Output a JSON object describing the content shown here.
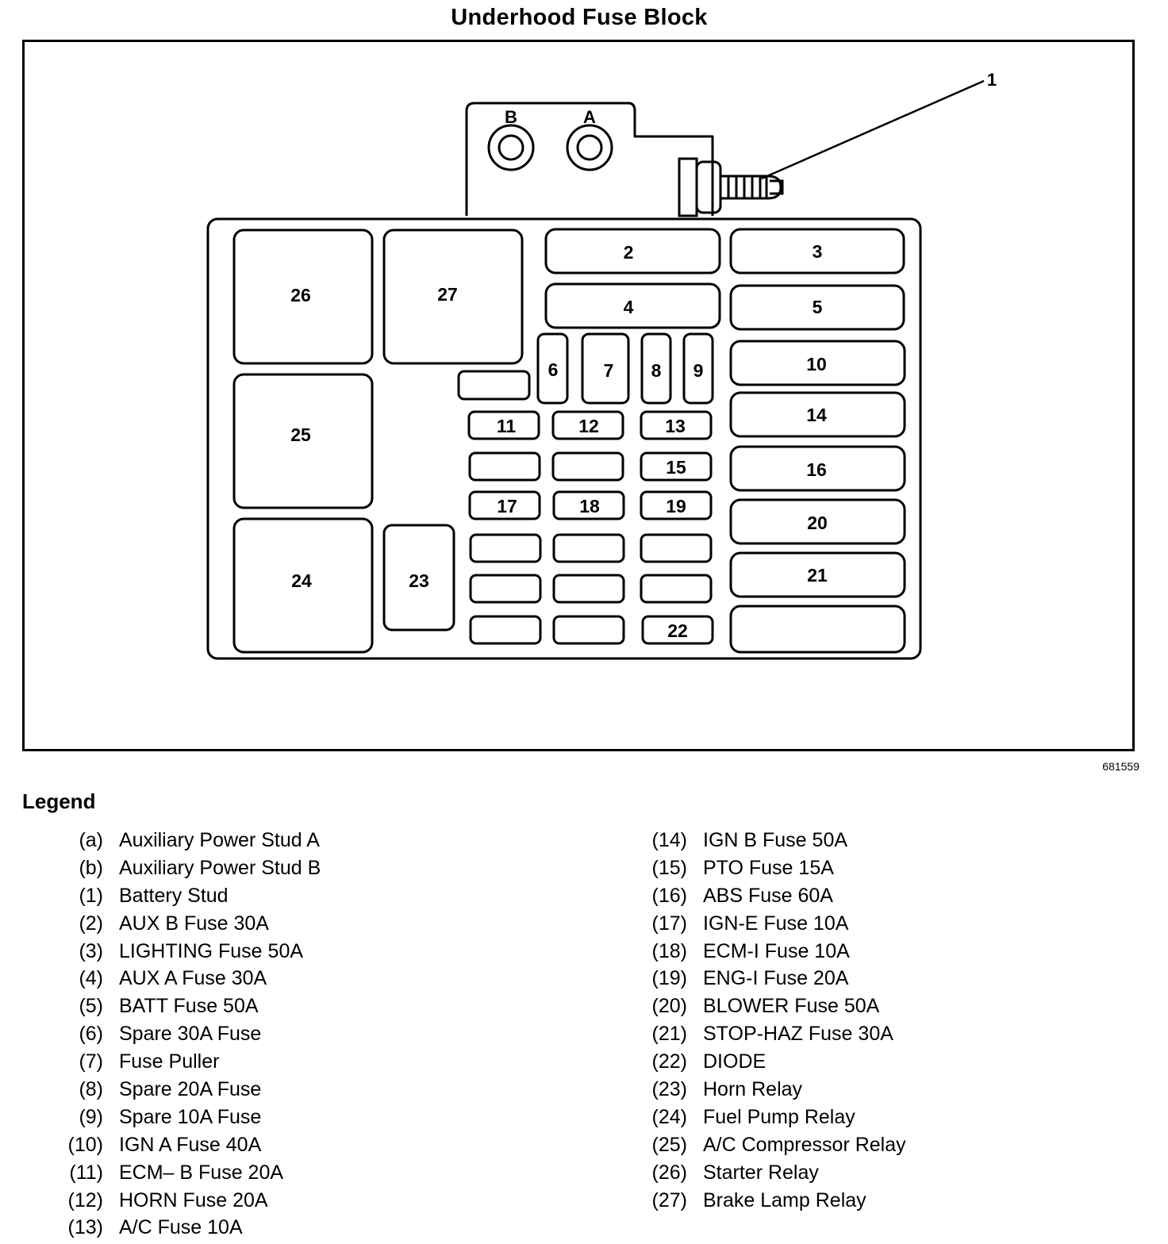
{
  "title": "Underhood Fuse Block",
  "figure_id": "681559",
  "studs": {
    "a": "A",
    "b": "B"
  },
  "callout": "1",
  "slots": {
    "s2": "2",
    "s3": "3",
    "s4": "4",
    "s5": "5",
    "s6": "6",
    "s7": "7",
    "s8": "8",
    "s9": "9",
    "s10": "10",
    "s11": "11",
    "s12": "12",
    "s13": "13",
    "s14": "14",
    "s15": "15",
    "s16": "16",
    "s17": "17",
    "s18": "18",
    "s19": "19",
    "s20": "20",
    "s21": "21",
    "s22": "22",
    "s23": "23",
    "s24": "24",
    "s25": "25",
    "s26": "26",
    "s27": "27"
  },
  "legend": {
    "title": "Legend",
    "left": [
      {
        "code": "(a)",
        "desc": "Auxiliary Power Stud A"
      },
      {
        "code": "(b)",
        "desc": "Auxiliary Power Stud B"
      },
      {
        "code": "(1)",
        "desc": "Battery Stud"
      },
      {
        "code": "(2)",
        "desc": "AUX B Fuse 30A"
      },
      {
        "code": "(3)",
        "desc": "LIGHTING Fuse 50A"
      },
      {
        "code": "(4)",
        "desc": "AUX A Fuse 30A"
      },
      {
        "code": "(5)",
        "desc": "BATT Fuse 50A"
      },
      {
        "code": "(6)",
        "desc": "Spare 30A Fuse"
      },
      {
        "code": "(7)",
        "desc": "Fuse Puller"
      },
      {
        "code": "(8)",
        "desc": "Spare 20A Fuse"
      },
      {
        "code": "(9)",
        "desc": "Spare 10A Fuse"
      },
      {
        "code": "(10)",
        "desc": "IGN A Fuse 40A"
      },
      {
        "code": "(11)",
        "desc": "ECM– B Fuse 20A"
      },
      {
        "code": "(12)",
        "desc": "HORN Fuse 20A"
      },
      {
        "code": "(13)",
        "desc": "A/C Fuse 10A"
      }
    ],
    "right": [
      {
        "code": "(14)",
        "desc": "IGN B Fuse 50A"
      },
      {
        "code": "(15)",
        "desc": "PTO Fuse 15A"
      },
      {
        "code": "(16)",
        "desc": "ABS Fuse 60A"
      },
      {
        "code": "(17)",
        "desc": "IGN-E Fuse 10A"
      },
      {
        "code": "(18)",
        "desc": "ECM-I Fuse 10A"
      },
      {
        "code": "(19)",
        "desc": "ENG-I Fuse 20A"
      },
      {
        "code": "(20)",
        "desc": "BLOWER Fuse 50A"
      },
      {
        "code": "(21)",
        "desc": "STOP-HAZ Fuse 30A"
      },
      {
        "code": "(22)",
        "desc": "DIODE"
      },
      {
        "code": "(23)",
        "desc": "Horn Relay"
      },
      {
        "code": "(24)",
        "desc": "Fuel Pump Relay"
      },
      {
        "code": "(25)",
        "desc": "A/C Compressor Relay"
      },
      {
        "code": "(26)",
        "desc": "Starter Relay"
      },
      {
        "code": "(27)",
        "desc": "Brake Lamp Relay"
      }
    ]
  }
}
